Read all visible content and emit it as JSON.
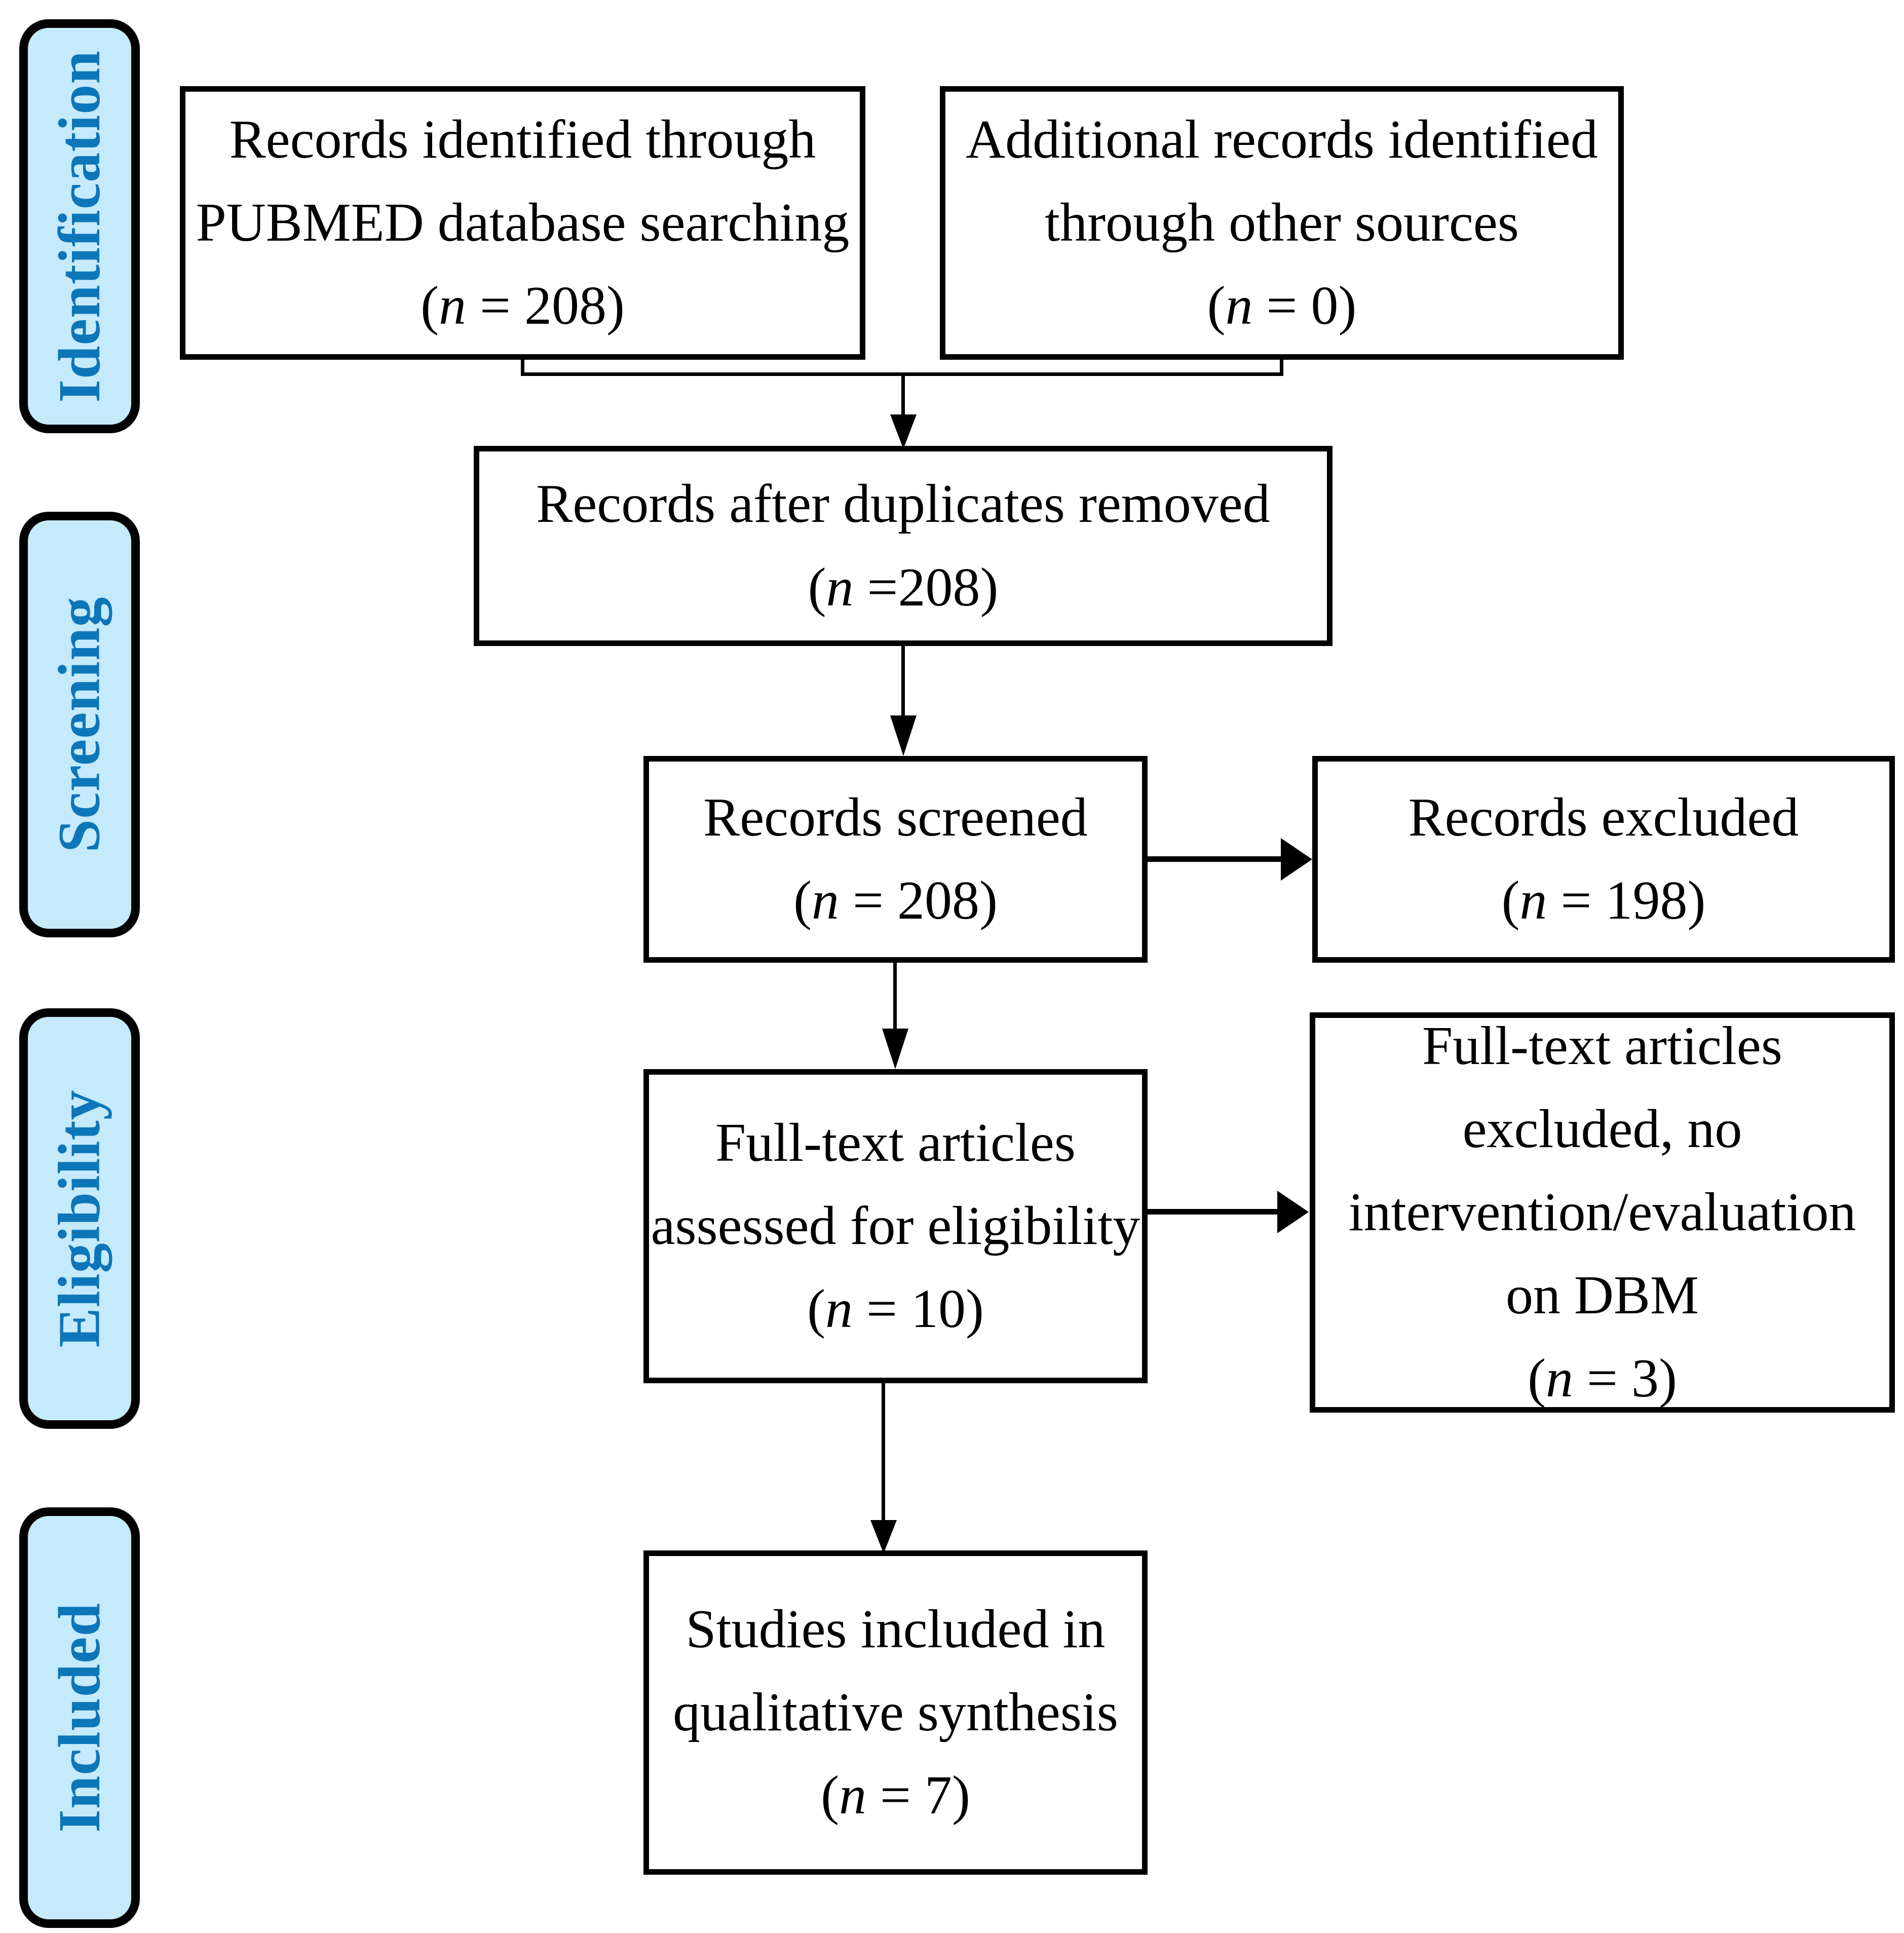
{
  "diagram": {
    "title": "PRISMA flow diagram",
    "colors": {
      "tab_fill": "#c5eafc",
      "tab_text": "#0d76b8",
      "tab_border": "#000000",
      "box_border": "#000000",
      "box_fill": "#ffffff",
      "text": "#000000"
    }
  },
  "stages": [
    {
      "id": "identification",
      "label": "Identification"
    },
    {
      "id": "screening",
      "label": "Screening"
    },
    {
      "id": "eligibility",
      "label": "Eligibility"
    },
    {
      "id": "included",
      "label": "Included"
    }
  ],
  "boxes": {
    "records_identified": {
      "line1": "Records identified through",
      "line2": "PUBMED database searching",
      "count_open": "(",
      "count_var": "n",
      "count_value": " = 208)"
    },
    "additional_records": {
      "line1": "Additional records identified",
      "line2": "through other sources",
      "count_open": "(",
      "count_var": "n",
      "count_value": " = 0)"
    },
    "duplicates_removed": {
      "line1": "Records after duplicates removed",
      "count_open": "(",
      "count_var": "n",
      "count_value": " =208)"
    },
    "records_screened": {
      "line1": "Records screened",
      "count_open": "(",
      "count_var": "n",
      "count_value": " = 208)"
    },
    "records_excluded": {
      "line1": "Records excluded",
      "count_open": "(",
      "count_var": "n",
      "count_value": " = 198)"
    },
    "fulltext_assessed": {
      "line1": "Full-text articles",
      "line2": "assessed for eligibility",
      "count_open": "(",
      "count_var": "n",
      "count_value": " = 10)"
    },
    "fulltext_excluded": {
      "line1": "Full-text articles",
      "line2": "excluded, no",
      "line3": "intervention/evaluation",
      "line4": "on DBM",
      "count_open": "(",
      "count_var": "n",
      "count_value": " = 3)"
    },
    "studies_included": {
      "line1": "Studies included in",
      "line2": "qualitative synthesis",
      "count_open": "(",
      "count_var": "n",
      "count_value": " = 7)"
    }
  },
  "chart_data": {
    "type": "diagram",
    "subtype": "prisma-flow",
    "title": "PRISMA flow diagram",
    "phases": [
      "Identification",
      "Screening",
      "Eligibility",
      "Included"
    ],
    "nodes": [
      {
        "id": "records_identified",
        "phase": "Identification",
        "label": "Records identified through PUBMED database searching",
        "n": 208
      },
      {
        "id": "additional_records",
        "phase": "Identification",
        "label": "Additional records identified through other sources",
        "n": 0
      },
      {
        "id": "duplicates_removed",
        "phase": "Screening",
        "label": "Records after duplicates removed",
        "n": 208
      },
      {
        "id": "records_screened",
        "phase": "Screening",
        "label": "Records screened",
        "n": 208
      },
      {
        "id": "records_excluded",
        "phase": "Screening",
        "label": "Records excluded",
        "n": 198
      },
      {
        "id": "fulltext_assessed",
        "phase": "Eligibility",
        "label": "Full-text articles assessed for eligibility",
        "n": 10
      },
      {
        "id": "fulltext_excluded",
        "phase": "Eligibility",
        "label": "Full-text articles excluded, no intervention/evaluation on DBM",
        "n": 3
      },
      {
        "id": "studies_included",
        "phase": "Included",
        "label": "Studies included in qualitative synthesis",
        "n": 7
      }
    ],
    "edges": [
      {
        "from": "records_identified",
        "to": "duplicates_removed",
        "kind": "merge"
      },
      {
        "from": "additional_records",
        "to": "duplicates_removed",
        "kind": "merge"
      },
      {
        "from": "duplicates_removed",
        "to": "records_screened",
        "kind": "down"
      },
      {
        "from": "records_screened",
        "to": "records_excluded",
        "kind": "right"
      },
      {
        "from": "records_screened",
        "to": "fulltext_assessed",
        "kind": "down"
      },
      {
        "from": "fulltext_assessed",
        "to": "fulltext_excluded",
        "kind": "right"
      },
      {
        "from": "fulltext_assessed",
        "to": "studies_included",
        "kind": "down"
      }
    ]
  }
}
